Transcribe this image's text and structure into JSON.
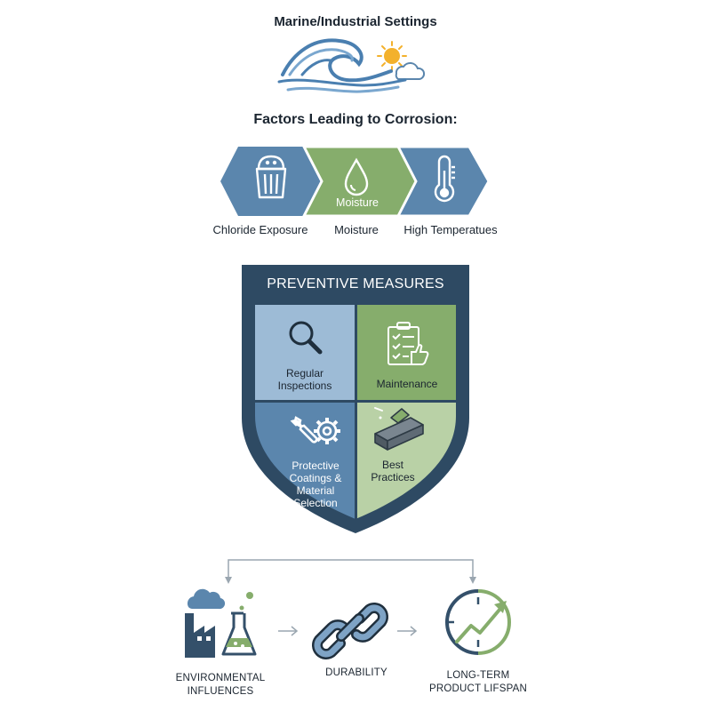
{
  "title": "Marine/Industrial Settings",
  "factors": {
    "heading": "Factors Leading to Corrosion:",
    "items": [
      {
        "label": "Chloride Exposure",
        "icon": "salt-shaker-icon",
        "color": "#5b86ad"
      },
      {
        "label": "Moisture",
        "icon": "water-drop-icon",
        "color": "#86ad6c",
        "inner_label": "Moisture"
      },
      {
        "label": "High Temperatues",
        "icon": "thermometer-icon",
        "color": "#5b86ad"
      }
    ]
  },
  "shield": {
    "title": "PREVENTIVE MEASURES",
    "cells": [
      {
        "label_lines": [
          "Regular",
          "Inspections"
        ],
        "icon": "magnifier-icon",
        "color": "#9dbbd6"
      },
      {
        "label_lines": [
          "Maintenance"
        ],
        "icon": "checklist-icon",
        "color": "#86ad6c"
      },
      {
        "label_lines": [
          "Protective",
          "Coatings &",
          "Material",
          "Selection"
        ],
        "icon": "gear-wrench-icon",
        "color": "#5b86ad"
      },
      {
        "label_lines": [
          "Best",
          "Practices"
        ],
        "icon": "coating-beam-icon",
        "color": "#b9d1a6"
      }
    ]
  },
  "bottom": {
    "items": [
      {
        "label_lines": [
          "ENVIRONMENTAL",
          "INFLUENCES"
        ],
        "icon": "factory-flask-icon"
      },
      {
        "label_lines": [
          "DURABILITY"
        ],
        "icon": "chain-link-icon"
      },
      {
        "label_lines": [
          "LONG-TERM",
          "PRODUCT LIFSPAN"
        ],
        "icon": "clock-growth-icon"
      }
    ]
  },
  "colors": {
    "blue": "#5b86ad",
    "dark_navy": "#2e4a63",
    "green": "#86ad6c",
    "light_blue": "#9dbbd6",
    "light_green": "#b9d1a6"
  }
}
